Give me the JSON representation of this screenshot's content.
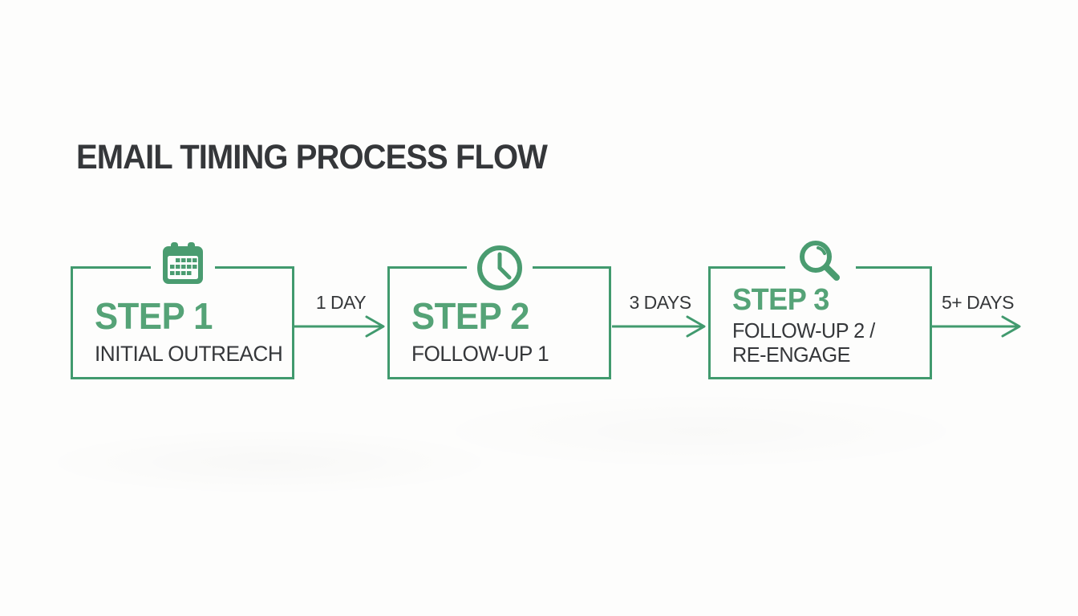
{
  "title": "EMAIL TIMING PROCESS FLOW",
  "steps": [
    {
      "title": "STEP 1",
      "subtitle_lines": [
        "INITIAL OUTREACH"
      ],
      "icon": "calendar-icon"
    },
    {
      "title": "STEP 2",
      "subtitle_lines": [
        "FOLLOW-UP 1"
      ],
      "icon": "clock-icon"
    },
    {
      "title": "STEP 3",
      "subtitle_lines": [
        "FOLLOW-UP 2 /",
        "RE-ENGAGE"
      ],
      "icon": "magnifier-icon"
    }
  ],
  "connectors": [
    {
      "label": "1 DAY"
    },
    {
      "label": "3 DAYS"
    },
    {
      "label": "5+ DAYS"
    }
  ],
  "colors": {
    "accent_green": "#419a6e",
    "step_title_green": "#55a377",
    "text_dark": "#35373a",
    "background": "#fdfdfc"
  }
}
